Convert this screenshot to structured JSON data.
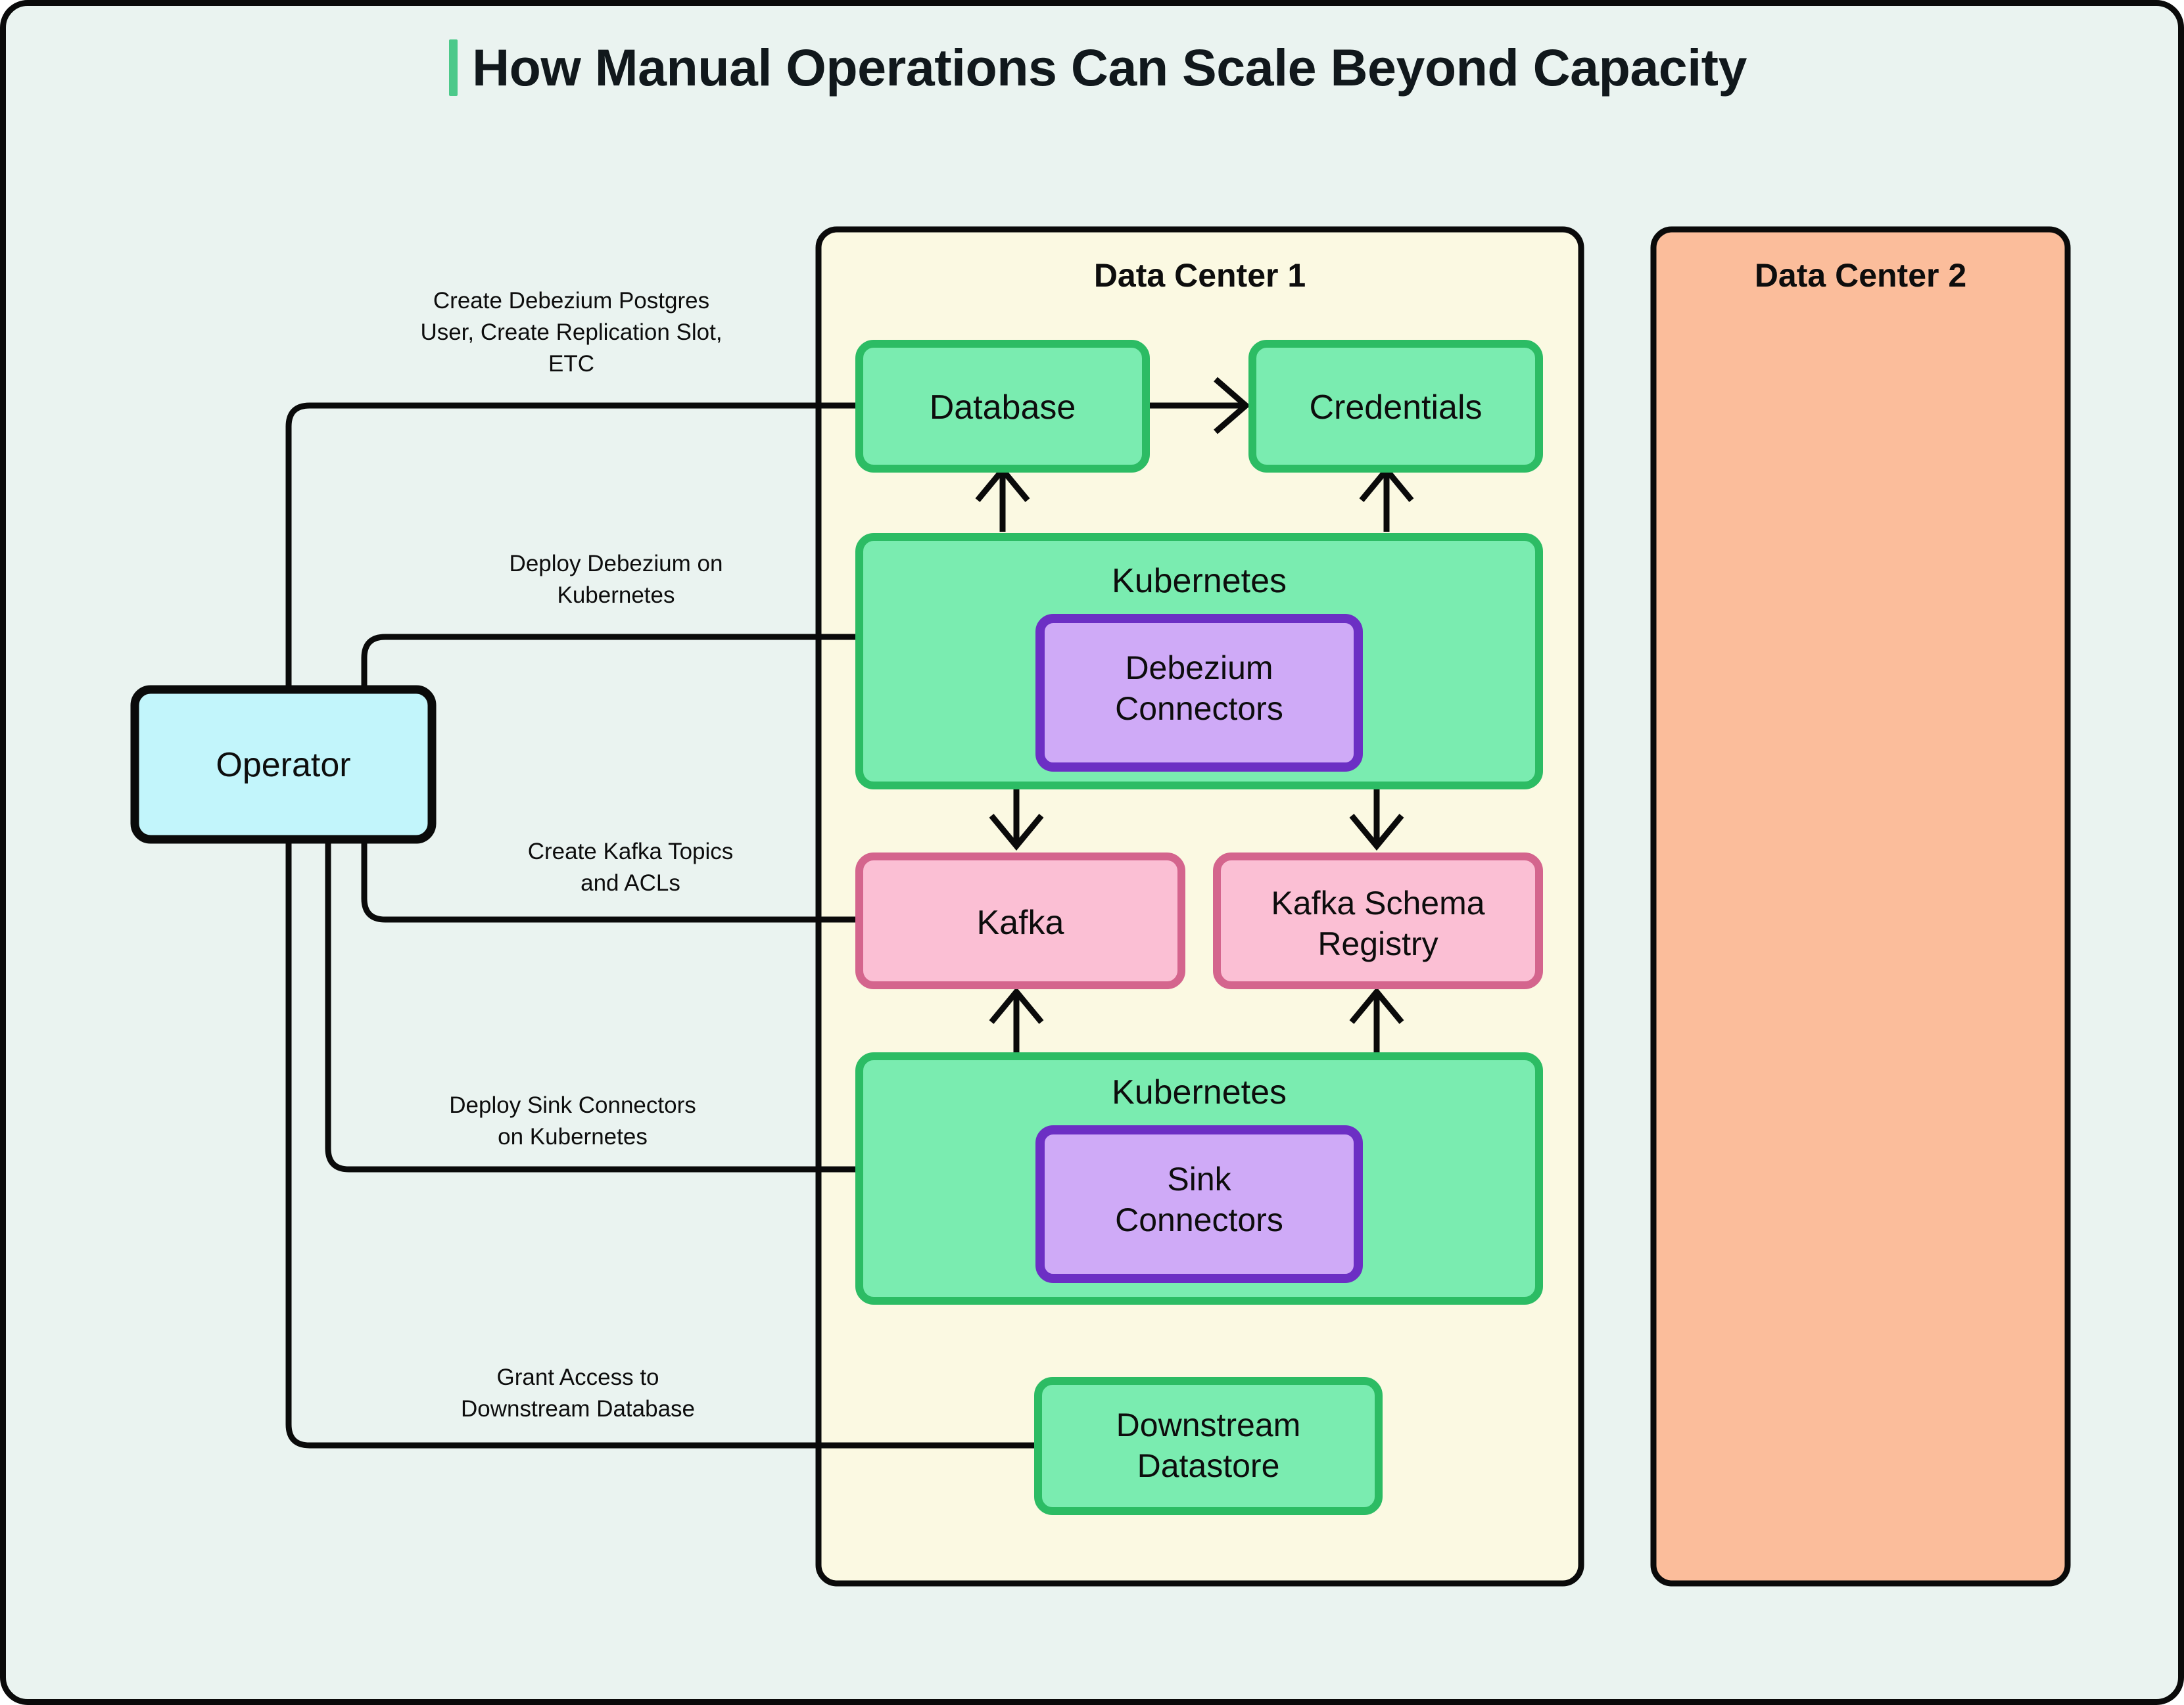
{
  "page": {
    "title": "How Manual Operations Can Scale Beyond Capacity",
    "accent_color": "#4cc98a",
    "background_color": "#eaf3f0",
    "border_color": "#0a0a0a"
  },
  "groups": [
    {
      "id": "data-center-1",
      "title": "Data Center 1",
      "fill": "#fbf9e2",
      "stroke": "#0a0a0a"
    },
    {
      "id": "data-center-2",
      "title": "Data Center 2",
      "fill": "#fbbd9b",
      "stroke": "#0a0a0a"
    }
  ],
  "nodes": {
    "operator": {
      "label": "Operator",
      "fill": "#c2f5fb",
      "stroke": "#0a0a0a"
    },
    "database": {
      "label": "Database",
      "fill": "#7aecb0",
      "stroke": "#2cbc64"
    },
    "credentials": {
      "label": "Credentials",
      "fill": "#7aecb0",
      "stroke": "#2cbc64"
    },
    "kubernetes_top": {
      "label": "Kubernetes",
      "fill": "#7aecb0",
      "stroke": "#2cbc64"
    },
    "debezium_connectors": {
      "label_line1": "Debezium",
      "label_line2": "Connectors",
      "fill": "#cfaaf7",
      "stroke": "#6c2fc4"
    },
    "kafka": {
      "label": "Kafka",
      "fill": "#fbbfd4",
      "stroke": "#d4658d"
    },
    "schema_registry": {
      "label_line1": "Kafka Schema",
      "label_line2": "Registry",
      "fill": "#fbbfd4",
      "stroke": "#d4658d"
    },
    "kubernetes_bottom": {
      "label": "Kubernetes",
      "fill": "#7aecb0",
      "stroke": "#2cbc64"
    },
    "sink_connectors": {
      "label_line1": "Sink",
      "label_line2": "Connectors",
      "fill": "#cfaaf7",
      "stroke": "#6c2fc4"
    },
    "downstream_datastore": {
      "label_line1": "Downstream",
      "label_line2": "Datastore",
      "fill": "#7aecb0",
      "stroke": "#2cbc64"
    }
  },
  "edge_labels": {
    "create_debezium_user": {
      "line1": "Create Debezium Postgres",
      "line2": "User, Create Replication Slot,",
      "line3": "ETC"
    },
    "deploy_debezium": {
      "line1": "Deploy Debezium on",
      "line2": "Kubernetes"
    },
    "create_kafka_topics": {
      "line1": "Create Kafka Topics",
      "line2": "and ACLs"
    },
    "deploy_sink_connectors": {
      "line1": "Deploy Sink Connectors",
      "line2": "on Kubernetes"
    },
    "grant_access": {
      "line1": "Grant Access to",
      "line2": "Downstream Database"
    }
  },
  "chart_data": {
    "type": "diagram",
    "title": "How Manual Operations Can Scale Beyond Capacity",
    "nodes": [
      "Operator",
      "Data Center 1",
      "Data Center 2",
      "Database",
      "Credentials",
      "Kubernetes",
      "Debezium Connectors",
      "Kafka",
      "Kafka Schema Registry",
      "Sink Connectors",
      "Downstream Datastore"
    ],
    "edges": [
      {
        "from": "Operator",
        "to": "Database",
        "label": "Create Debezium Postgres User, Create Replication Slot, ETC"
      },
      {
        "from": "Operator",
        "to": "Kubernetes (Debezium)",
        "label": "Deploy Debezium on Kubernetes"
      },
      {
        "from": "Operator",
        "to": "Kafka",
        "label": "Create Kafka Topics and ACLs"
      },
      {
        "from": "Operator",
        "to": "Kubernetes (Sink)",
        "label": "Deploy Sink Connectors on Kubernetes"
      },
      {
        "from": "Operator",
        "to": "Downstream Datastore",
        "label": "Grant Access to Downstream Database"
      },
      {
        "from": "Database",
        "to": "Credentials",
        "label": ""
      },
      {
        "from": "Kubernetes (Debezium)",
        "to": "Database",
        "label": ""
      },
      {
        "from": "Kubernetes (Debezium)",
        "to": "Credentials",
        "label": ""
      },
      {
        "from": "Kubernetes (Debezium)",
        "to": "Kafka",
        "label": ""
      },
      {
        "from": "Kubernetes (Debezium)",
        "to": "Kafka Schema Registry",
        "label": ""
      },
      {
        "from": "Kubernetes (Sink)",
        "to": "Kafka",
        "label": ""
      },
      {
        "from": "Kubernetes (Sink)",
        "to": "Kafka Schema Registry",
        "label": ""
      }
    ]
  }
}
